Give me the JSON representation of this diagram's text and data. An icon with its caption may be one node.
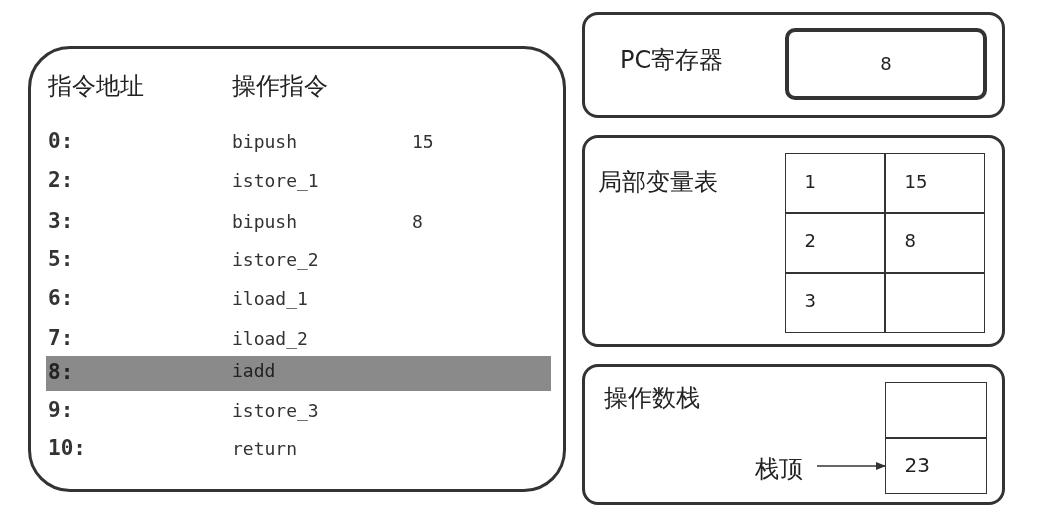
{
  "diagram": {
    "nodes": [
      {
        "text": [
          "指令地址",
          "操作指令"
        ]
      },
      {
        "text": [
          "8:",
          "iadd"
        ],
        "in": 0
      },
      {
        "text": [
          "PC寄存器"
        ]
      },
      {
        "text": [
          "8"
        ],
        "in": 2
      },
      {
        "text": [
          "局部变量表"
        ]
      },
      {
        "text": [
          "1"
        ],
        "in": 4
      },
      {
        "text": [
          "15"
        ],
        "in": 4
      },
      {
        "text": [
          "2"
        ],
        "in": 4
      },
      {
        "text": [
          "8"
        ],
        "in": 4
      },
      {
        "text": [
          "3"
        ],
        "in": 4
      },
      {
        "text": [],
        "shape": "box",
        "in": 4
      },
      {
        "text": [
          "操作数栈"
        ]
      },
      {
        "text": [],
        "shape": "box",
        "in": 11
      },
      {
        "text": [
          "23"
        ],
        "in": 11
      },
      {
        "text": [
          "栈顶"
        ],
        "in": 11
      }
    ],
    "edges": [
      {
        "from": 14,
        "to": 13,
        "arrow": "to"
      }
    ],
    "labels": [
      "0:",
      "bipush",
      "15",
      "2:",
      "istore_1",
      "3:",
      "bipush",
      "8",
      "5:",
      "istore_2",
      "6:",
      "iload_1",
      "7:",
      "iload_2",
      "9:",
      "istore_3",
      "10:",
      "return"
    ]
  }
}
